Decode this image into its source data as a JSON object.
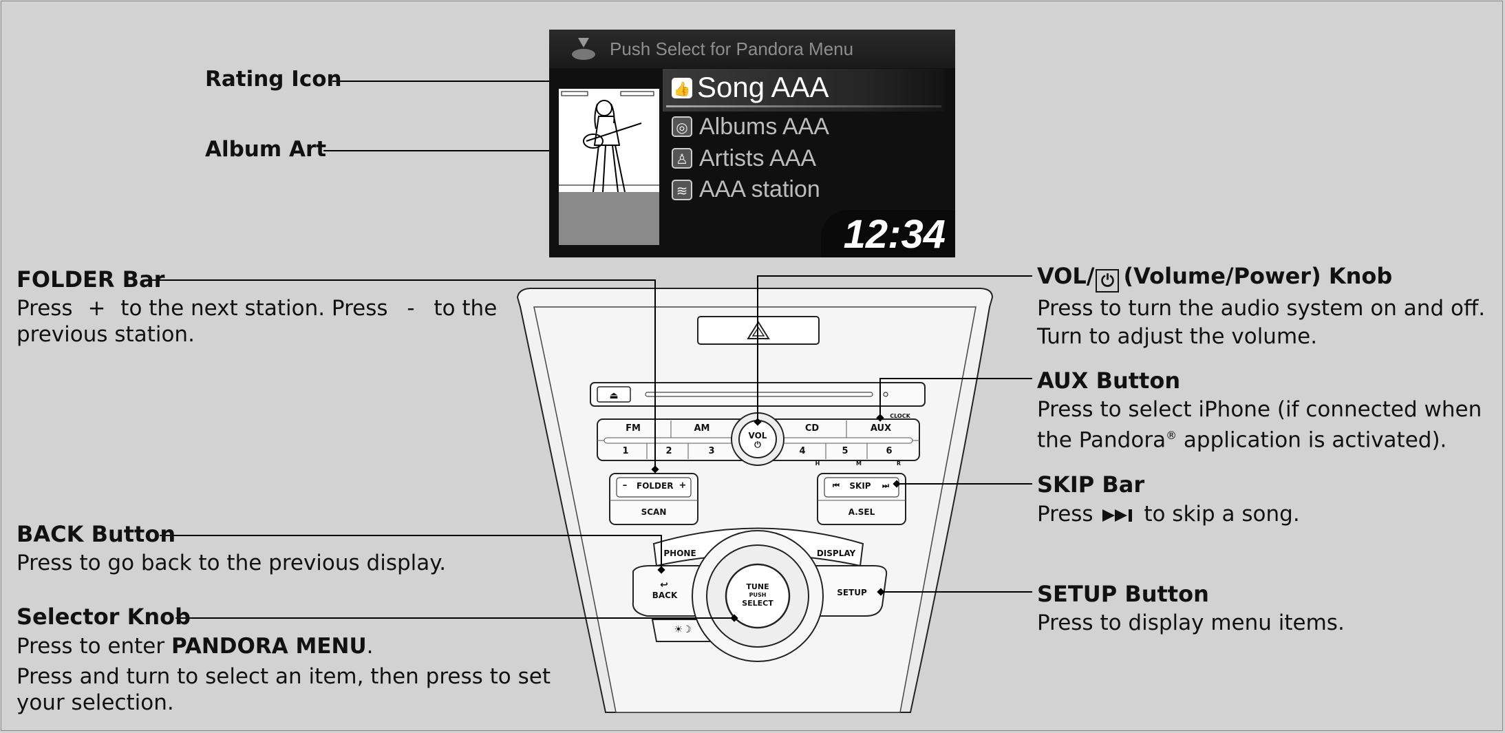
{
  "screen": {
    "header": "Push Select for Pandora Menu",
    "song": "Song AAA",
    "album": "Albums AAA",
    "artist": "Artists AAA",
    "station": "AAA station",
    "time": "12:34"
  },
  "left_labels": {
    "rating_icon": "Rating Icon",
    "album_art": "Album Art"
  },
  "callouts": {
    "folder": {
      "title": "FOLDER Bar",
      "desc_a": "Press",
      "desc_plus": "+",
      "desc_b": "to the next station. Press",
      "desc_minus": "-",
      "desc_c": "to the previous station."
    },
    "back": {
      "title": "BACK Button",
      "desc": "Press to go back to the previous display."
    },
    "selector": {
      "title": "Selector Knob",
      "desc1_a": "Press to enter ",
      "desc1_b": "PANDORA MENU",
      "desc1_c": ".",
      "desc2": "Press and turn to select an item, then press to set your selection."
    },
    "vol": {
      "title_a": "VOL/",
      "title_b": "(Volume/Power) Knob",
      "desc": "Press to turn the audio system on and off. Turn to adjust the volume."
    },
    "aux": {
      "title": "AUX Button",
      "desc_a": "Press to select iPhone (if connected when the Pandora",
      "desc_reg": "®",
      "desc_b": " application is activated)."
    },
    "skip": {
      "title": "SKIP Bar",
      "desc_a": "Press",
      "desc_b": "to skip a song."
    },
    "setup": {
      "title": "SETUP Button",
      "desc": "Press to display menu items."
    }
  },
  "panel": {
    "fm": "FM",
    "am": "AM",
    "cd": "CD",
    "aux": "AUX",
    "clock": "CLOCK",
    "presets": [
      "1",
      "2",
      "3",
      "4",
      "5",
      "6"
    ],
    "hmr": [
      "H",
      "M",
      "R"
    ],
    "vol1": "VOL",
    "vol2": "⏻",
    "folder_minus": "–",
    "folder": "FOLDER",
    "folder_plus": "+",
    "scan": "SCAN",
    "skip_prev": "⏮",
    "skip": "SKIP",
    "skip_next": "⏭",
    "asel": "A.SEL",
    "phone": "PHONE",
    "display": "DISPLAY",
    "back": "BACK",
    "setup": "SETUP",
    "tune1": "TUNE",
    "tune2": "PUSH",
    "tune3": "SELECT",
    "brightness": "☀☽",
    "eject": "⏏"
  },
  "icons": [
    "pandora-icon",
    "thumbs-up-icon",
    "album-disc-icon",
    "artist-icon",
    "station-icon",
    "power-icon",
    "skip-forward-icon",
    "hazard-icon",
    "eject-icon"
  ]
}
